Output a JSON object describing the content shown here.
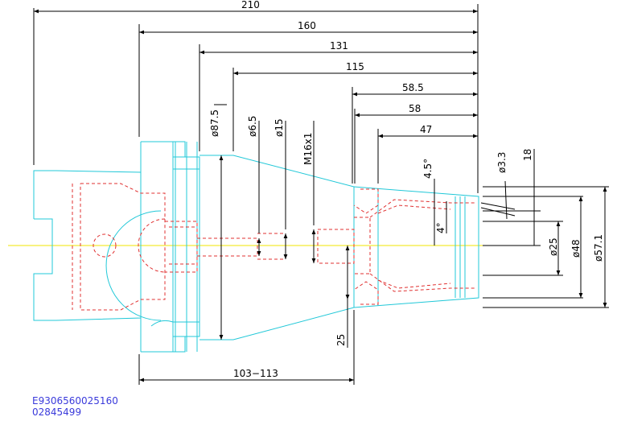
{
  "dimensions": {
    "overall_length": "210",
    "flange_to_end": "160",
    "length_131": "131",
    "length_115": "115",
    "length_58_5": "58.5",
    "length_58": "58",
    "length_47": "47",
    "gauge_range": "103−113",
    "dia_87_5": "ø87.5",
    "dia_6_5": "ø6.5",
    "dia_15": "ø15",
    "thread": "M16x1",
    "angle_4_5": "4.5°",
    "angle_4": "4°",
    "dia_3_3": "ø3.3",
    "length_18": "18",
    "dia_25": "ø25",
    "dia_48": "ø48",
    "dia_57_1": "ø57.1",
    "length_25": "25"
  },
  "part_codes": {
    "code": "E9306560025160",
    "number": "02845499"
  },
  "colors": {
    "outline": "#22c8d8",
    "hidden": "#e03030",
    "centerline": "#f2e600",
    "dimension": "#000000",
    "text": "#3a3adb"
  }
}
